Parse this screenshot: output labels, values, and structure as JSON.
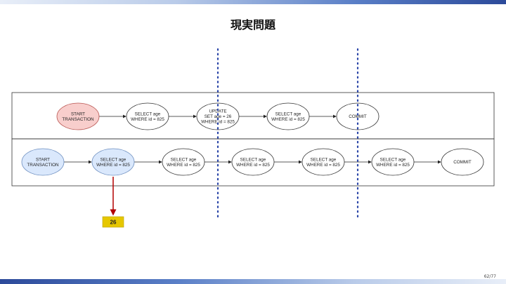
{
  "slide": {
    "title": "現実問題",
    "page_number": "62/77"
  },
  "top_row": {
    "nodes": [
      {
        "lines": [
          "START",
          "TRANSACTION"
        ],
        "fill": "#f8cecc",
        "stroke": "#b85450"
      },
      {
        "lines": [
          "SELECT age",
          "WHERE id = 825"
        ],
        "fill": "#ffffff",
        "stroke": "#333333"
      },
      {
        "lines": [
          "UPDATE",
          "SET age = 26",
          "WHERE id = 825"
        ],
        "fill": "#ffffff",
        "stroke": "#333333"
      },
      {
        "lines": [
          "SELECT age",
          "WHERE id = 825"
        ],
        "fill": "#ffffff",
        "stroke": "#333333"
      },
      {
        "lines": [
          "COMMIT"
        ],
        "fill": "#ffffff",
        "stroke": "#333333"
      }
    ]
  },
  "bottom_row": {
    "nodes": [
      {
        "lines": [
          "START",
          "TRANSACTION"
        ],
        "fill": "#dae8fc",
        "stroke": "#6c8ebf"
      },
      {
        "lines": [
          "SELECT age",
          "WHERE id = 825"
        ],
        "fill": "#dae8fc",
        "stroke": "#6c8ebf"
      },
      {
        "lines": [
          "SELECT age",
          "WHERE id = 825"
        ],
        "fill": "#ffffff",
        "stroke": "#333333"
      },
      {
        "lines": [
          "SELECT age",
          "WHERE id = 825"
        ],
        "fill": "#ffffff",
        "stroke": "#333333"
      },
      {
        "lines": [
          "SELECT age",
          "WHERE id = 825"
        ],
        "fill": "#ffffff",
        "stroke": "#333333"
      },
      {
        "lines": [
          "SELECT age",
          "WHERE id = 825"
        ],
        "fill": "#ffffff",
        "stroke": "#333333"
      },
      {
        "lines": [
          "COMMIT"
        ],
        "fill": "#ffffff",
        "stroke": "#333333"
      }
    ]
  },
  "result": {
    "label": "26",
    "fill": "#e6c700",
    "arrow_color": "#b20000"
  },
  "divider_color": "#2a45a8"
}
